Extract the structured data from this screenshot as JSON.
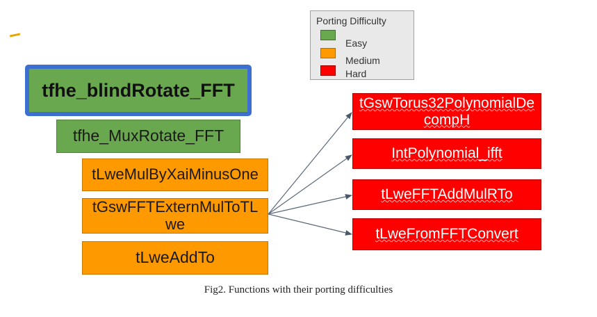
{
  "legend": {
    "title": "Porting Difficulty",
    "items": [
      {
        "label": "Easy",
        "color": "#6aa84f"
      },
      {
        "label": "Medium",
        "color": "#ff9900"
      },
      {
        "label": "Hard",
        "color": "#ff0000"
      }
    ]
  },
  "nodes": {
    "blind_rotate": "tfhe_blindRotate_FFT",
    "mux_rotate": "tfhe_MuxRotate_FFT",
    "mul_xai": "tLweMulByXaiMinusOne",
    "gsw_fft": "tGswFFTExternMulToTLwe",
    "lwe_add": "tLweAddTo",
    "decomp": "tGswTorus32PolynomialDecompH",
    "ifft": "IntPolynomial_ifft",
    "add_mul": "tLweFFTAddMulRTo",
    "from_fft": "tLweFromFFTConvert"
  },
  "caption": "Fig2. Functions with their porting difficulties"
}
